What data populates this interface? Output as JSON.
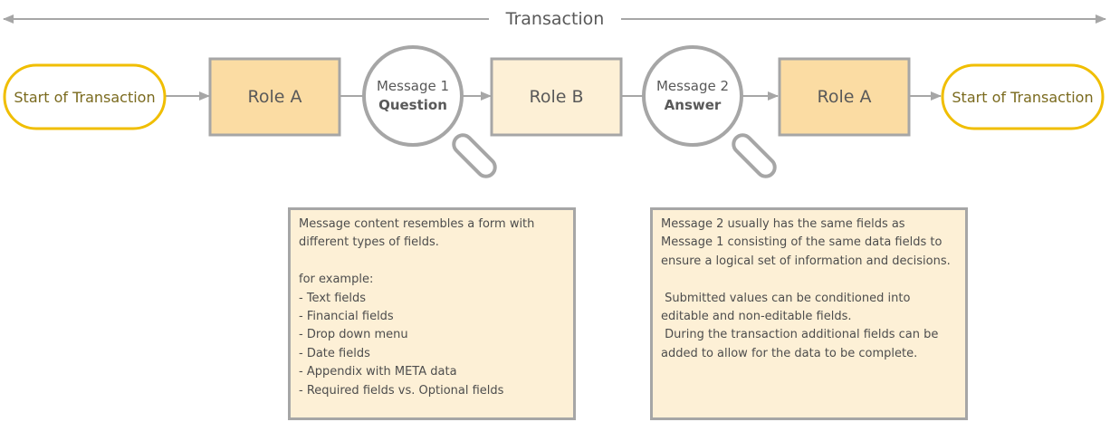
{
  "title": "Transaction",
  "colors": {
    "arrow": "#a6a6a6",
    "terminal_border": "#f0be00",
    "role_a_fill": "#fbdca3",
    "role_b_fill": "#fdf0d6",
    "note_fill": "#fdf0d6",
    "lens_stroke": "#a6a6a6"
  },
  "flow": {
    "start": "Start of Transaction",
    "role_a_1": "Role A",
    "message_1": {
      "line1": "Message 1",
      "line2": "Question"
    },
    "role_b": "Role B",
    "message_2": {
      "line1": "Message 2",
      "line2": "Answer"
    },
    "role_a_2": "Role A",
    "end": "Start of Transaction"
  },
  "notes": {
    "note_1": "Message content resembles a form with different types of fields.\n\nfor example:\n- Text fields\n- Financial fields\n- Drop down menu\n- Date fields\n- Appendix with META data\n- Required fields vs. Optional fields",
    "note_2": "Message 2 usually has the same fields as Message 1 consisting of the same data fields to ensure a logical set of information and decisions.\n\n Submitted values can be conditioned into editable and non-editable fields.\n During the transaction additional fields can be added to allow for the data to be complete."
  },
  "icons": {
    "lens_1": "magnifying-glass-icon",
    "lens_2": "magnifying-glass-icon"
  }
}
